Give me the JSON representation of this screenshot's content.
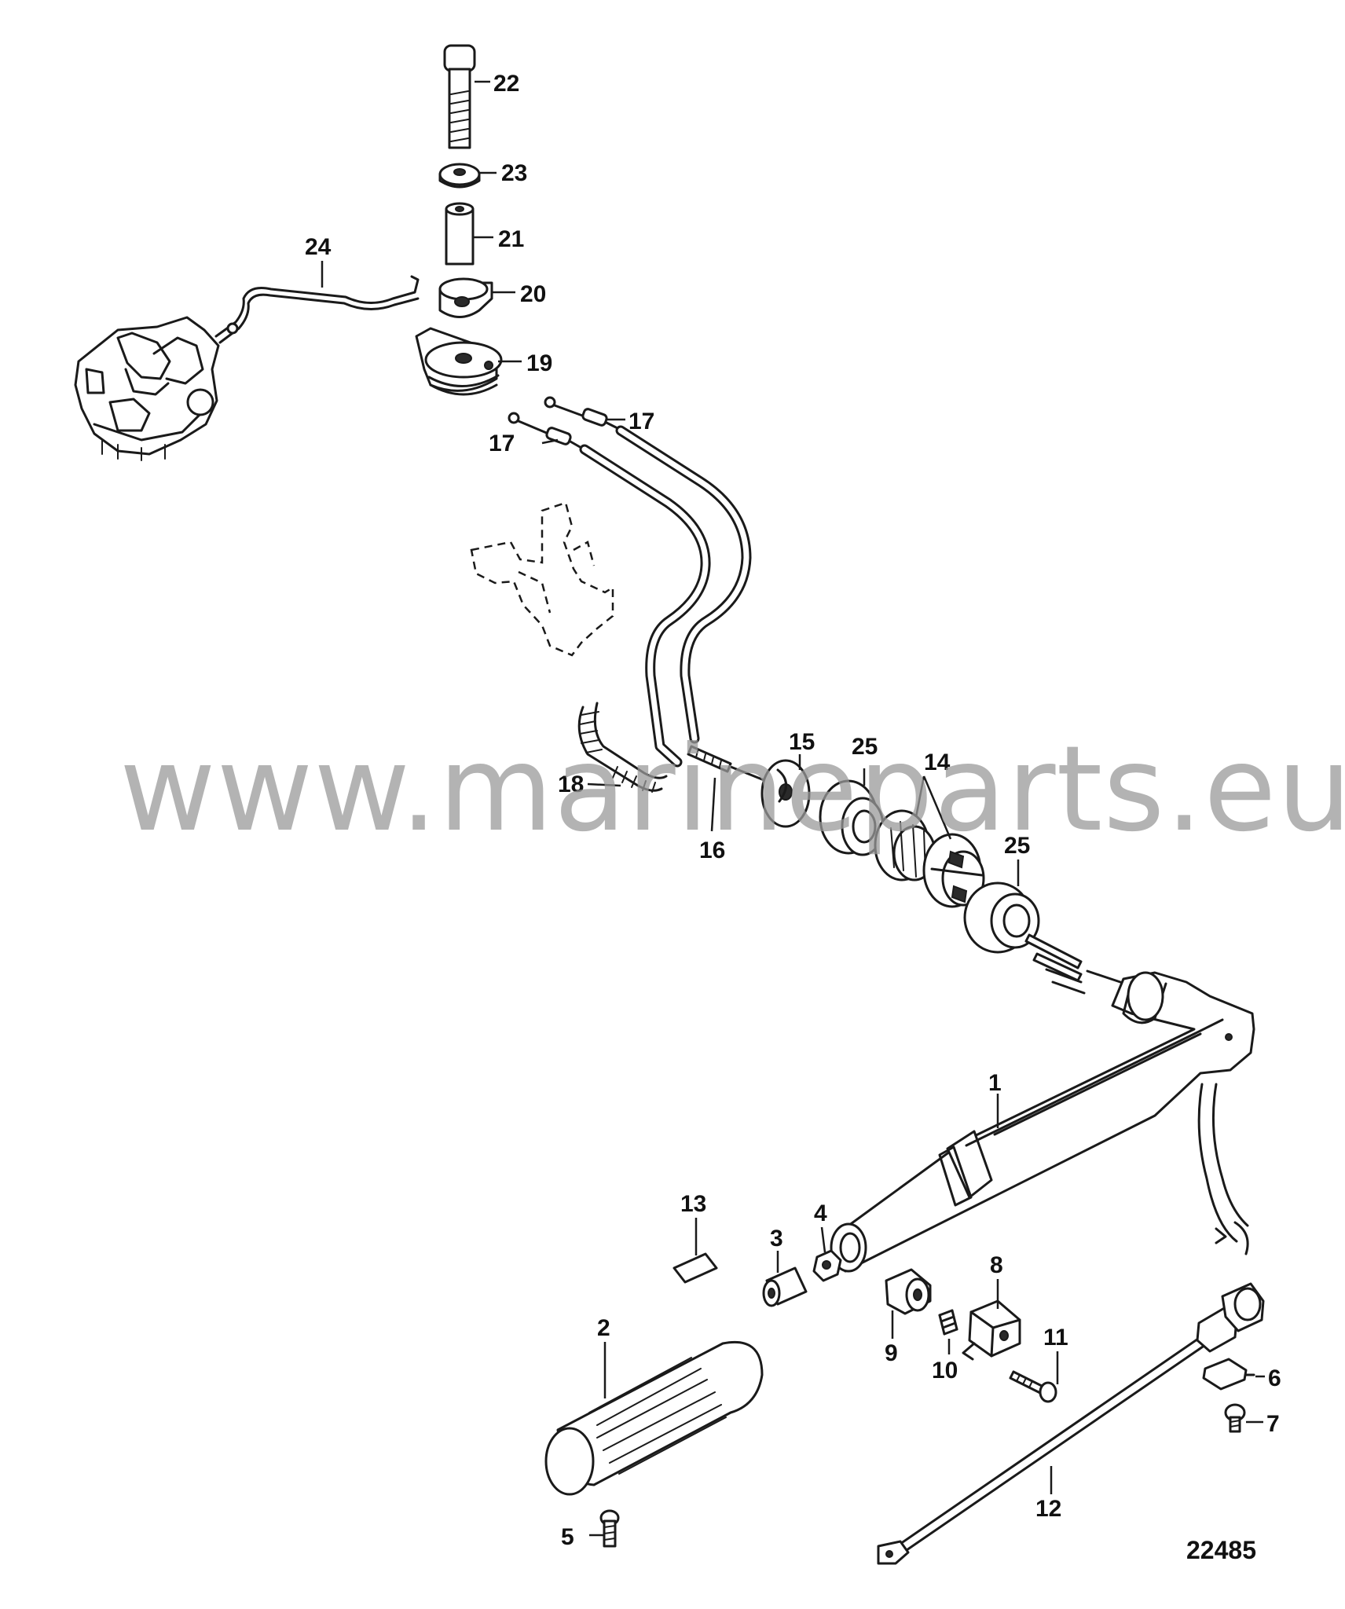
{
  "watermark": "www.marineparts.eu",
  "reference_number": "22485",
  "callouts": {
    "p1": "1",
    "p2": "2",
    "p3": "3",
    "p4": "4",
    "p5": "5",
    "p6": "6",
    "p7": "7",
    "p8": "8",
    "p9": "9",
    "p10": "10",
    "p11": "11",
    "p12": "12",
    "p13": "13",
    "p14": "14",
    "p15": "15",
    "p16": "16",
    "p17a": "17",
    "p17b": "17",
    "p18": "18",
    "p19": "19",
    "p20": "20",
    "p21": "21",
    "p22": "22",
    "p23": "23",
    "p24": "24",
    "p25a": "25",
    "p25b": "25"
  }
}
